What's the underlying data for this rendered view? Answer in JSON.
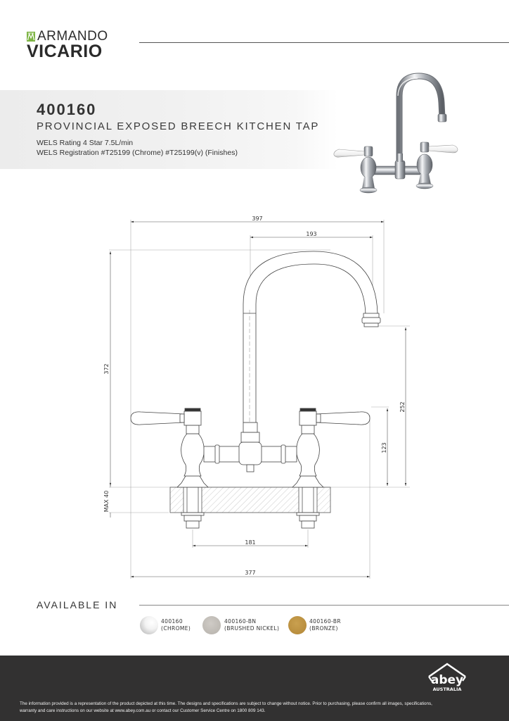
{
  "brand": {
    "line1": "ARMANDO",
    "line2": "VICARIO",
    "mark_color": "#7cb342"
  },
  "product": {
    "code": "400160",
    "name": "PROVINCIAL EXPOSED BREECH KITCHEN TAP",
    "wels_rating": "WELS Rating 4 Star 7.5L/min",
    "wels_registration": "WELS Registration #T25199 (Chrome) #T25199(v) (Finishes)"
  },
  "drawing": {
    "dimensions": {
      "overall_width_top": "397",
      "spout_reach": "193",
      "overall_height": "372",
      "spout_outlet_height": "252",
      "handle_height": "123",
      "max_bench_thickness": "MAX 40",
      "hole_centres": "181",
      "overall_width_bottom": "377"
    }
  },
  "available": {
    "title": "AVAILABLE IN",
    "finishes": [
      {
        "code": "400160",
        "name": "(CHROME)",
        "color": "#e8e8e8"
      },
      {
        "code": "400160-BN",
        "name": "(BRUSHED NICKEL)",
        "color": "#bdb9b3"
      },
      {
        "code": "400160-BR",
        "name": "(BRONZE)",
        "color": "#b98e3e"
      }
    ]
  },
  "footer": {
    "logo_text": "abey",
    "logo_subtext": "AUSTRALIA",
    "disclaimer_line1": "The information provided is a representation of the product depicted at this time. The designs and specifications are subject to change without notice. Prior to purchasing, please confirm all images, specifications,",
    "disclaimer_line2": "warranty and care instructions on our website at www.abey.com.au or contact our Customer Service Centre on 1800 809 143.",
    "background": "#323131"
  }
}
